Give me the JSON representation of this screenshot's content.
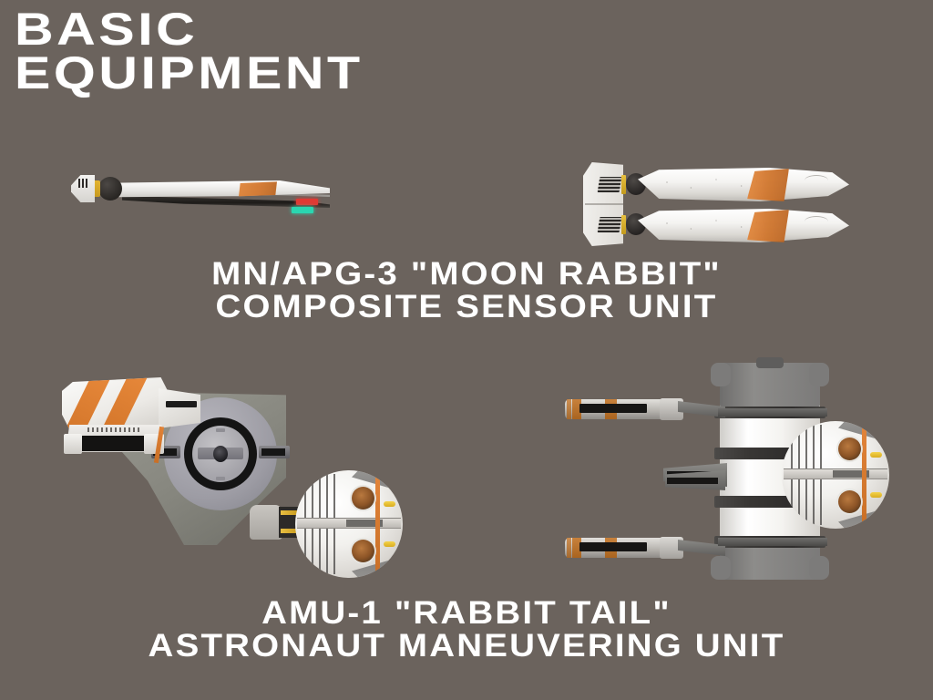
{
  "page": {
    "background_color": "#6b635d",
    "kind": "equipment-reference-card"
  },
  "title": {
    "line1": "BASIC",
    "line2": "EQUIPMENT",
    "color": "#ffffff"
  },
  "items": [
    {
      "id": "moon-rabbit-sensor",
      "caption_line1": "MN/APG-3 \"MOON RABBIT\"",
      "caption_line2": "COMPOSITE SENSOR UNIT",
      "views": [
        "side-view",
        "top-view"
      ],
      "colors": {
        "hull": "#f4f3f1",
        "accent_orange": "#d97a33",
        "shadow": "#2a2826",
        "nav_light_port": "#e03a34",
        "nav_light_starboard": "#2ad6b0",
        "connector_gold": "#e0b634"
      }
    },
    {
      "id": "rabbit-tail-amu",
      "caption_line1": "AMU-1 \"RABBIT TAIL\"",
      "caption_line2": "ASTRONAUT MANEUVERING UNIT",
      "views": [
        "side-view",
        "front-view"
      ],
      "colors": {
        "hull": "#f2f1ee",
        "frame_grey": "#86867e",
        "accent_orange": "#d97a33",
        "hazard_stripe": "#e0833a",
        "thruster_port": "#8c5426",
        "indicator_yellow": "#e8c83c",
        "band_dark": "#35332f"
      }
    }
  ]
}
